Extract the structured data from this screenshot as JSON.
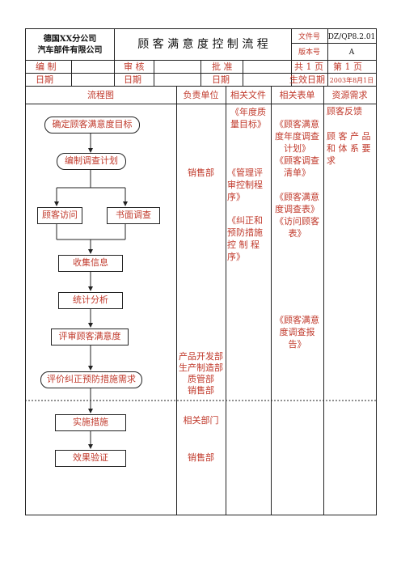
{
  "header": {
    "company_line1": "德国XX分公司",
    "company_line2": "汽车部件有限公司",
    "title": "顾 客 满 意 度 控 制 流 程",
    "doc_no_label": "文件号",
    "doc_no_value": "DZ/QP8.2.01",
    "version_label": "版本号",
    "version_value": "A"
  },
  "signoff": {
    "row1": [
      "编 制",
      "审 核",
      "批 准",
      "共 1 页",
      "第 1 页"
    ],
    "row2": [
      "日期",
      "日期",
      "日期",
      "生效日期",
      "2003年8月1日"
    ]
  },
  "columns": [
    "流程图",
    "负责单位",
    "相关文件",
    "相关表单",
    "资源需求"
  ],
  "flow": {
    "step1": "确定顾客满意度目标",
    "step2": "编制调查计划",
    "step3a": "顾客访问",
    "step3b": "书面调查",
    "step4": "收集信息",
    "step5": "统计分析",
    "step6": "评审顾客满意度",
    "step7": "评价纠正预防措施需求",
    "step8": "实施措施",
    "step9": "效果验证"
  },
  "responsible": {
    "r1": "销售部",
    "r2": [
      "产品开发部",
      "生产制造部",
      "质管部",
      "销售部"
    ],
    "r3": "相关部门",
    "r4": "销售部"
  },
  "documents": {
    "d1": [
      "《年度质",
      "量目标》"
    ],
    "d2": [
      "《管理评",
      "审控制程",
      "序》"
    ],
    "d3": [
      "《纠正和",
      "预防措施",
      "控 制 程",
      "序》"
    ]
  },
  "forms": {
    "f1": [
      "《顾客满意",
      "度年度调查",
      "计划》",
      "《顾客调查",
      "清单》"
    ],
    "f2": [
      "《顾客满意",
      "度调查表》",
      "《访问顾客",
      "表》"
    ],
    "f3": [
      "《顾客满意",
      "度调查报",
      "告》"
    ]
  },
  "resources": {
    "res1": "顾客反馈",
    "res2": [
      "顾 客 产 品",
      "和 体 系 要",
      "求"
    ]
  }
}
